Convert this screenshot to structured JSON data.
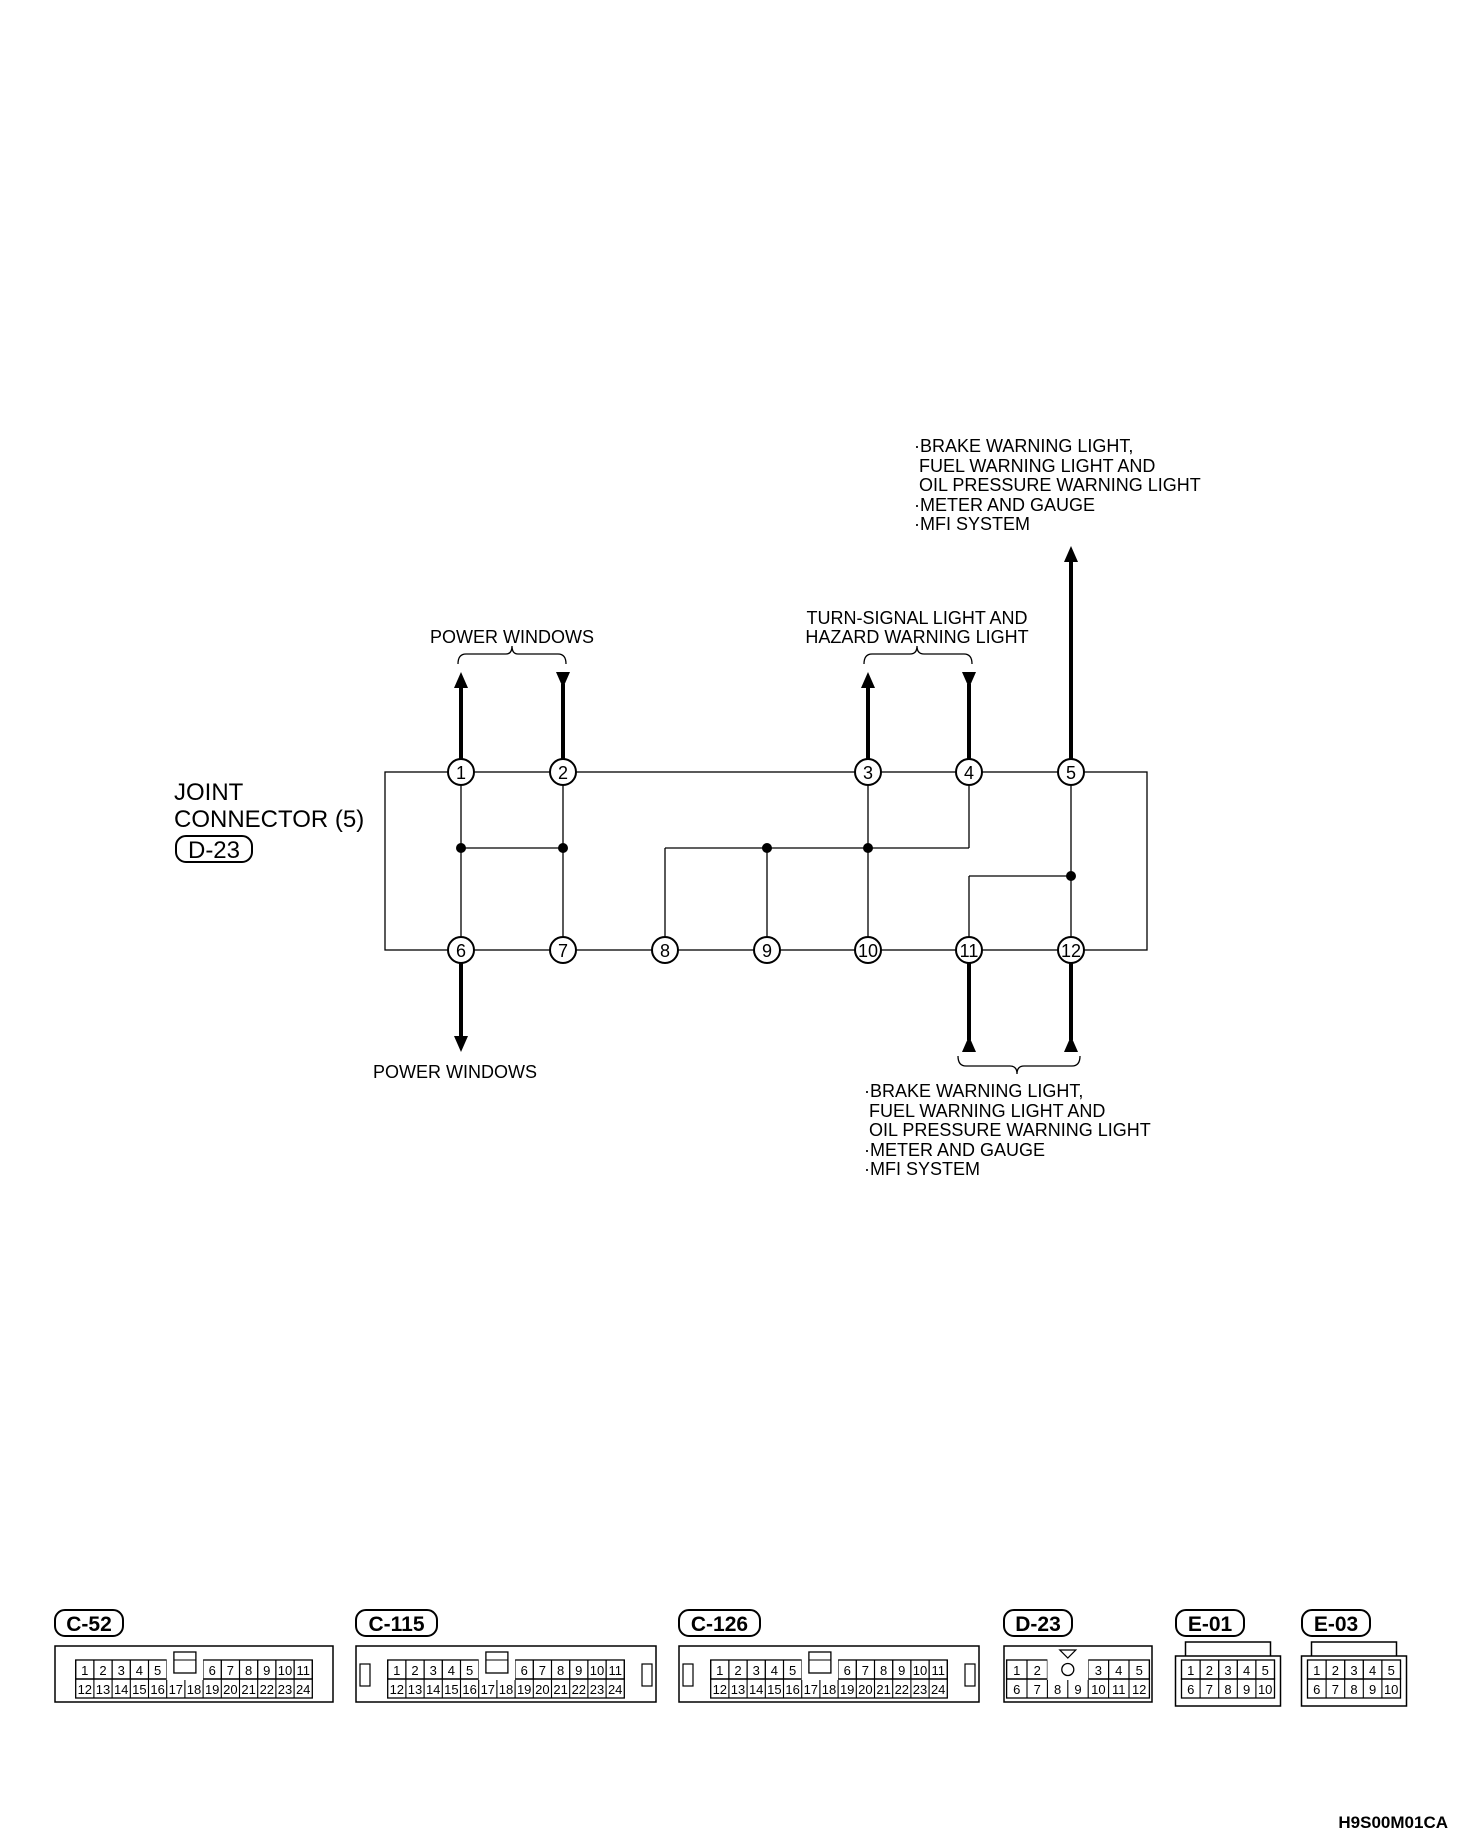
{
  "joint_connector": {
    "title_line1": "JOINT",
    "title_line2": "CONNECTOR (5)",
    "id": "D-23"
  },
  "labels": {
    "power_windows_top": "POWER WINDOWS",
    "turn_signal_line1": "TURN-SIGNAL LIGHT AND",
    "turn_signal_line2": "HAZARD WARNING LIGHT",
    "top_right": [
      "·BRAKE WARNING LIGHT,",
      " FUEL WARNING LIGHT AND",
      " OIL PRESSURE WARNING LIGHT",
      "·METER AND GAUGE",
      "·MFI SYSTEM"
    ],
    "power_windows_bottom": "POWER WINDOWS",
    "bottom_right": [
      "·BRAKE WARNING LIGHT,",
      " FUEL WARNING LIGHT AND",
      " OIL PRESSURE WARNING LIGHT",
      "·METER AND GAUGE",
      "·MFI SYSTEM"
    ]
  },
  "pins": [
    "1",
    "2",
    "3",
    "4",
    "5",
    "6",
    "7",
    "8",
    "9",
    "10",
    "11",
    "12"
  ],
  "connectors": [
    {
      "id": "C-52",
      "row1": [
        "1",
        "2",
        "3",
        "4",
        "5",
        "6",
        "7",
        "8",
        "9",
        "10",
        "11"
      ],
      "row2": [
        "12",
        "13",
        "14",
        "15",
        "16",
        "17",
        "18",
        "19",
        "20",
        "21",
        "22",
        "23",
        "24"
      ]
    },
    {
      "id": "C-115",
      "row1": [
        "1",
        "2",
        "3",
        "4",
        "5",
        "6",
        "7",
        "8",
        "9",
        "10",
        "11"
      ],
      "row2": [
        "12",
        "13",
        "14",
        "15",
        "16",
        "17",
        "18",
        "19",
        "20",
        "21",
        "22",
        "23",
        "24"
      ]
    },
    {
      "id": "C-126",
      "row1": [
        "1",
        "2",
        "3",
        "4",
        "5",
        "6",
        "7",
        "8",
        "9",
        "10",
        "11"
      ],
      "row2": [
        "12",
        "13",
        "14",
        "15",
        "16",
        "17",
        "18",
        "19",
        "20",
        "21",
        "22",
        "23",
        "24"
      ]
    },
    {
      "id": "D-23",
      "row1": [
        "1",
        "2",
        "3",
        "4",
        "5"
      ],
      "row2": [
        "6",
        "7",
        "8",
        "9",
        "10",
        "11",
        "12"
      ]
    },
    {
      "id": "E-01",
      "row1": [
        "1",
        "2",
        "3",
        "4",
        "5"
      ],
      "row2": [
        "6",
        "7",
        "8",
        "9",
        "10"
      ]
    },
    {
      "id": "E-03",
      "row1": [
        "1",
        "2",
        "3",
        "4",
        "5"
      ],
      "row2": [
        "6",
        "7",
        "8",
        "9",
        "10"
      ]
    }
  ],
  "figure_code": "H9S00M01CA"
}
